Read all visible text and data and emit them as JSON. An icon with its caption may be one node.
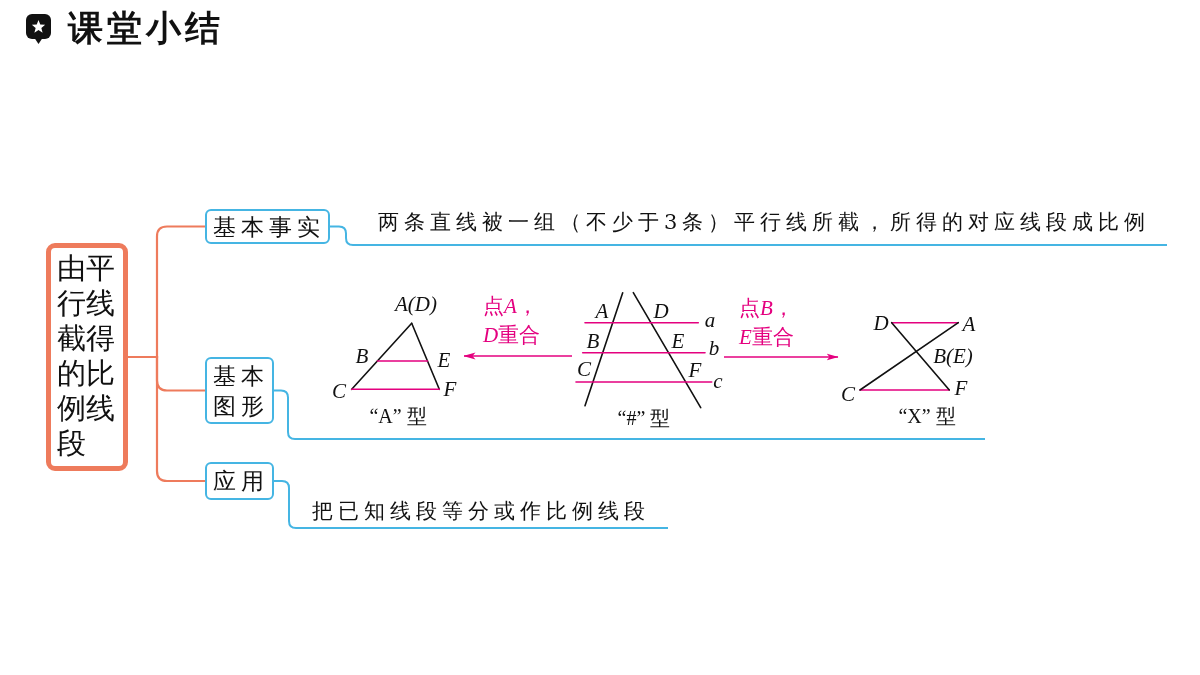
{
  "diagram": {
    "title": "课堂小结",
    "nodes": [
      {
        "text": [
          "由平行线截得的比例线段"
        ]
      },
      {
        "text": [
          "基本事实"
        ]
      },
      {
        "text": [
          "两条直线被一组（不少于3条）平行线所截，所得的对应线段成比例"
        ]
      },
      {
        "text": [
          "基本图形"
        ]
      },
      {
        "text": [
          "A(D)",
          "B",
          "E",
          "C",
          "F"
        ],
        "beside": [
          "“A” 型"
        ]
      },
      {
        "text": [
          "A",
          "D",
          "a",
          "B",
          "E",
          "b",
          "C",
          "F",
          "c"
        ],
        "beside": [
          "“#” 型"
        ]
      },
      {
        "text": [
          "D",
          "A",
          "B(E)",
          "C",
          "F"
        ],
        "beside": [
          "“X” 型"
        ]
      },
      {
        "text": [
          "应用"
        ]
      },
      {
        "text": [
          "把已知线段等分或作比例线段"
        ]
      }
    ],
    "edges": [
      {
        "from": 0,
        "to": 1,
        "arrow": "none",
        "color": "#ee7b5c"
      },
      {
        "from": 0,
        "to": 3,
        "arrow": "none",
        "color": "#ee7b5c"
      },
      {
        "from": 0,
        "to": 7,
        "arrow": "none",
        "color": "#ee7b5c"
      },
      {
        "from": 1,
        "to": 2,
        "arrow": "none",
        "color": "#45b5e3"
      },
      {
        "from": 3,
        "to": null,
        "arrow": "none",
        "color": "#45b5e3"
      },
      {
        "from": 7,
        "to": 8,
        "arrow": "none",
        "color": "#45b5e3"
      },
      {
        "from": 5,
        "to": 4,
        "arrow": "to",
        "label": "点A，D重合",
        "color": "#e4007f"
      },
      {
        "from": 5,
        "to": 6,
        "arrow": "to",
        "label": "点B，E重合",
        "color": "#e4007f"
      }
    ]
  }
}
